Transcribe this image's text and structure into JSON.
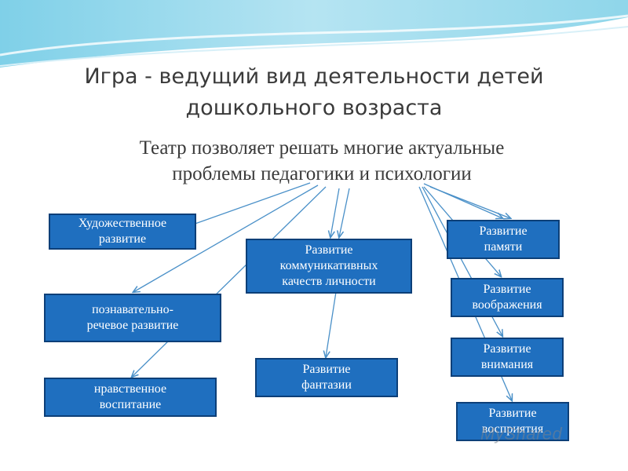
{
  "title": "Игра - ведущий вид деятельности детей\nдошкольного возраста",
  "subtitle": "Театр позволяет решать многие актуальные\nпроблемы педагогики и психологии",
  "boxes": {
    "art": "Художественное\nразвитие",
    "cognitive": "познавательно-\nречевое развитие",
    "moral": "нравственное\nвоспитание",
    "communicative": "Развитие\nкоммуникативных\nкачеств личности",
    "fantasy": "Развитие\nфантазии",
    "memory": "Развитие\nпамяти",
    "imagination": "Развитие\nвоображения",
    "attention": "Развитие\nвнимания",
    "perception": "Развитие\nвосприятия"
  },
  "watermark": "MyShared",
  "colors": {
    "box_fill": "#1f6fbf",
    "box_border": "#0c3f78",
    "arrow": "#4a90c8"
  }
}
